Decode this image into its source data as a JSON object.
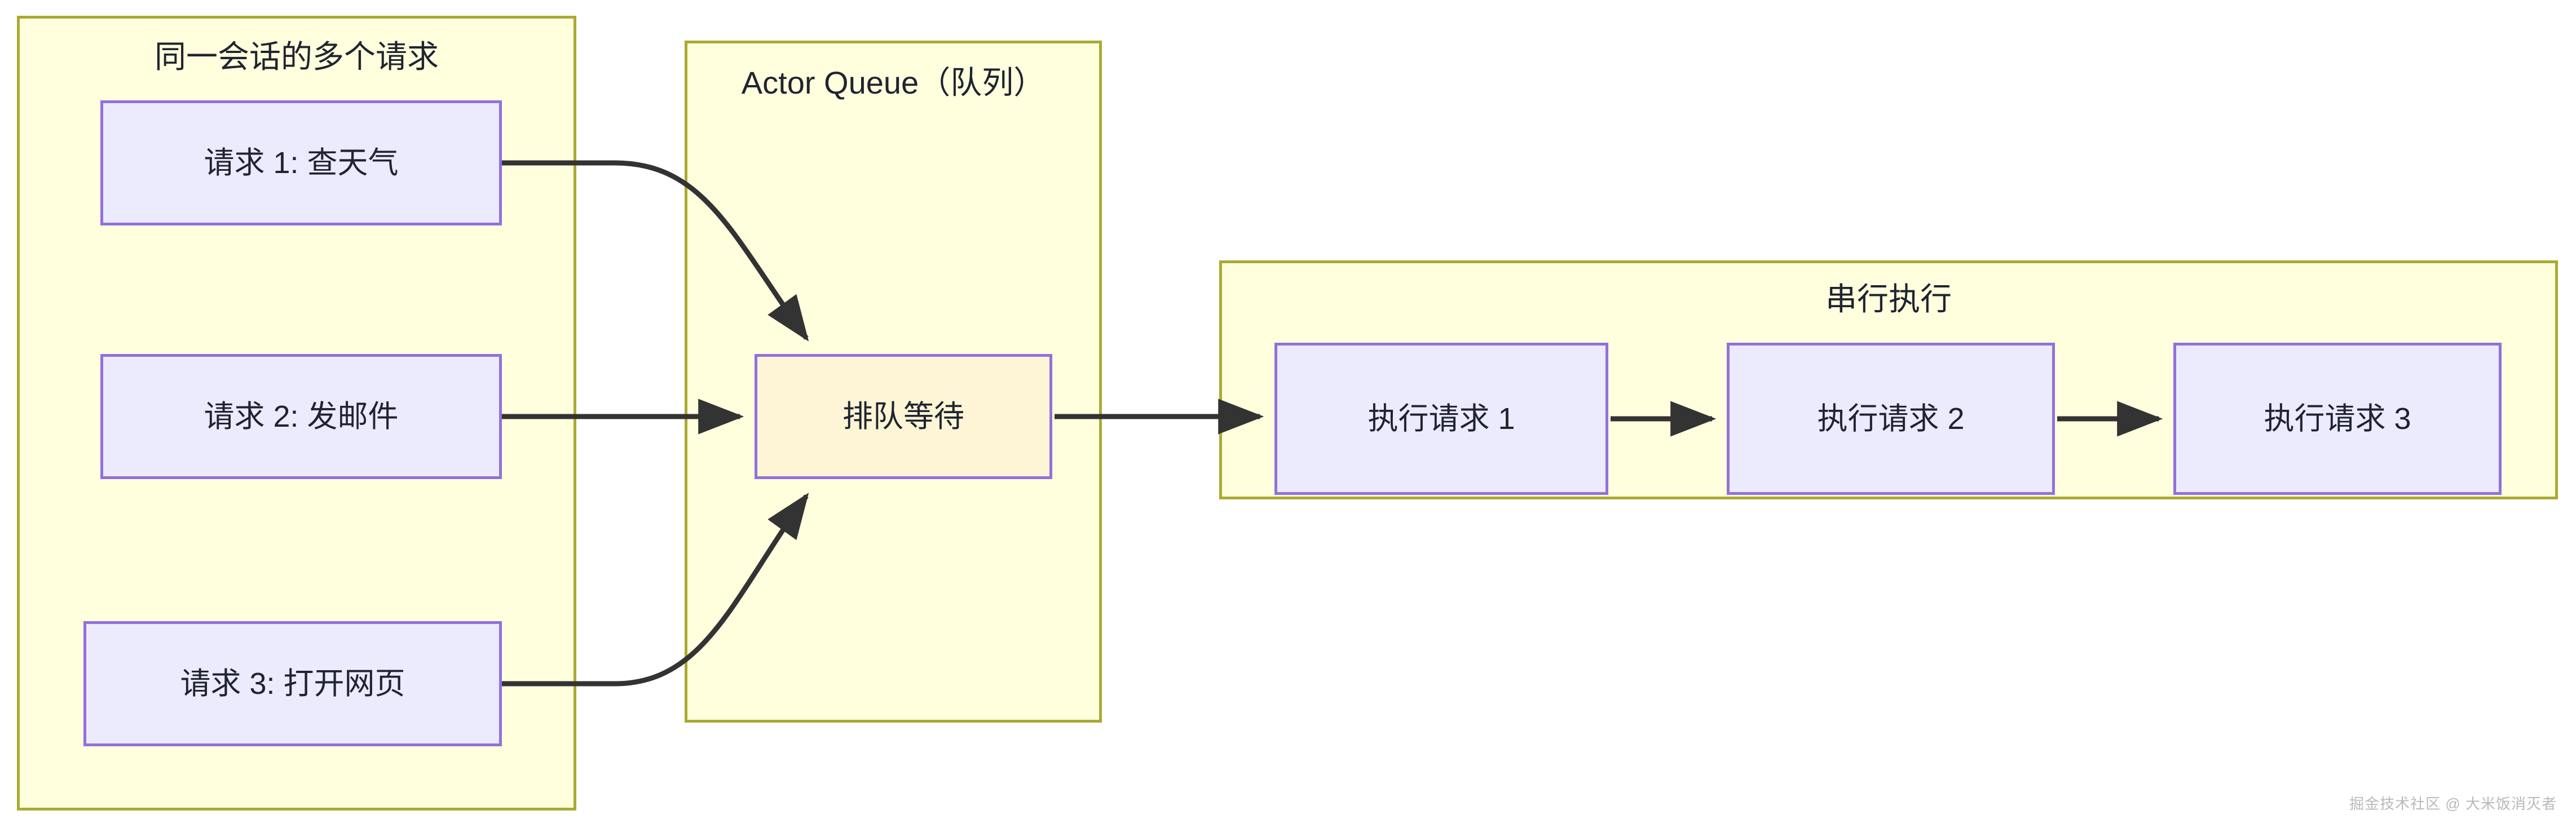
{
  "diagram": {
    "title_implicit": "Actor Queue serial execution flow",
    "groups": [
      {
        "id": "session",
        "label": "同一会话的多个请求"
      },
      {
        "id": "queue",
        "label": "Actor Queue（队列）"
      },
      {
        "id": "serial",
        "label": "串行执行"
      }
    ],
    "nodes": [
      {
        "id": "req1",
        "label": "请求 1: 查天气"
      },
      {
        "id": "req2",
        "label": "请求 2: 发邮件"
      },
      {
        "id": "req3",
        "label": "请求 3: 打开网页"
      },
      {
        "id": "wait",
        "label": "排队等待"
      },
      {
        "id": "exec1",
        "label": "执行请求 1"
      },
      {
        "id": "exec2",
        "label": "执行请求 2"
      },
      {
        "id": "exec3",
        "label": "执行请求 3"
      }
    ],
    "edges": [
      {
        "from": "req1",
        "to": "wait",
        "label": ""
      },
      {
        "from": "req2",
        "to": "wait",
        "label": ""
      },
      {
        "from": "req3",
        "to": "wait",
        "label": ""
      },
      {
        "from": "wait",
        "to": "exec1",
        "label": ""
      },
      {
        "from": "exec1",
        "to": "exec2",
        "label": ""
      },
      {
        "from": "exec2",
        "to": "exec3",
        "label": ""
      }
    ],
    "colors": {
      "group_fill": "#FFFFDE",
      "group_border": "#AAAA33",
      "node_fill": "#ECEAFD",
      "node_border": "#9370DB",
      "queue_node_fill": "#FDF5D5",
      "edge": "#333333",
      "text": "#1f2430",
      "watermark": "#b9b9b9"
    }
  },
  "watermark": {
    "text": "掘金技术社区 @ 大米饭消灭者"
  }
}
